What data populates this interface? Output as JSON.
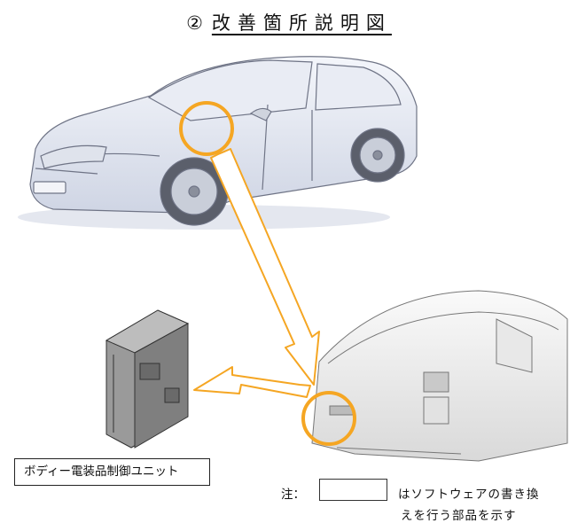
{
  "title": {
    "number": "②",
    "text": "改善箇所説明図"
  },
  "labels": {
    "control_unit": "ボディー電装品制御ユニット"
  },
  "note": {
    "prefix": "注：",
    "line1": "はソフトウェアの書き換",
    "line2": "えを行う部品を示す"
  },
  "colors": {
    "highlight": "#f5a623",
    "outline": "#6f7486",
    "body": "#e6e9f1"
  }
}
